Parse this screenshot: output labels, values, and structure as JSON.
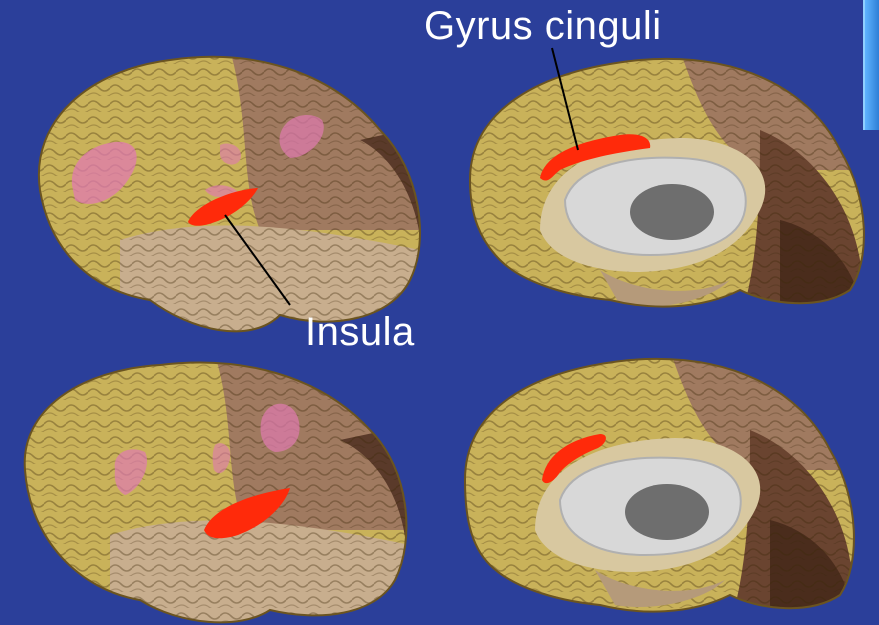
{
  "labels": {
    "gyrus_cinguli": "Gyrus cinguli",
    "insula": "Insula"
  },
  "colors": {
    "background": "#2b3f9a",
    "highlight": "#ff2a0a",
    "pink_region": "#e07ab0",
    "frontal_lobe": "#c9b25a",
    "parietal_lobe": "#a07a60",
    "temporal_lobe": "#c8ae8e",
    "occipital_lobe": "#5a3a2a",
    "ventricle": "#d8d8d8",
    "thalamus": "#6e6e6e"
  },
  "panels": [
    {
      "view": "lateral",
      "row": "top",
      "side": "left",
      "pink_regions": 4,
      "highlight": "insula"
    },
    {
      "view": "medial",
      "row": "top",
      "side": "right",
      "highlight": "cingulate gyrus"
    },
    {
      "view": "lateral",
      "row": "bottom",
      "side": "left",
      "pink_regions": 3,
      "highlight": "insula"
    },
    {
      "view": "medial",
      "row": "bottom",
      "side": "right",
      "highlight": "cingulate gyrus"
    }
  ]
}
